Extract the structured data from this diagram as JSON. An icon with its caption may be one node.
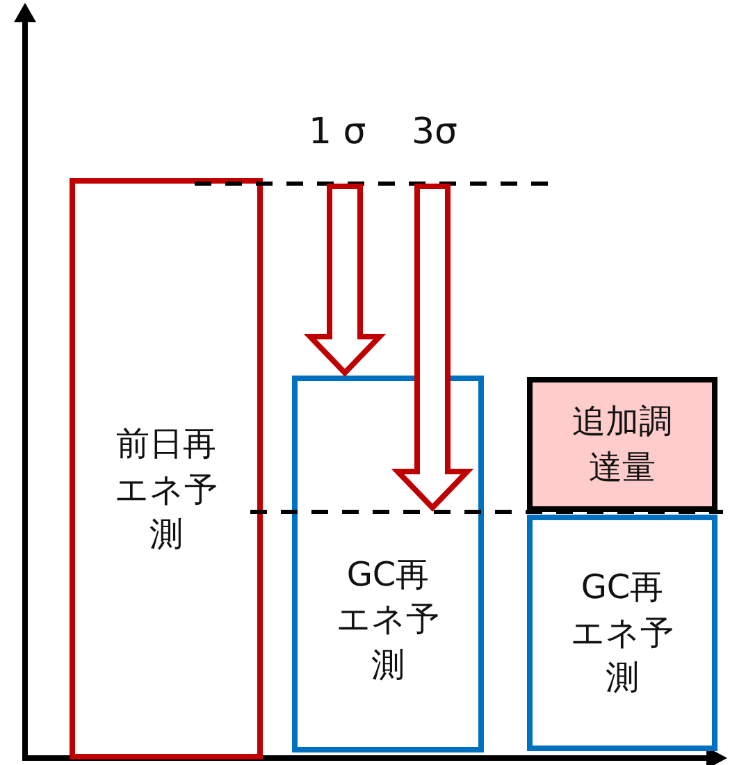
{
  "diagram": {
    "nodes": [
      {
        "text": [
          "前日再エネ予測"
        ]
      },
      {
        "text": [
          "GC再エネ予測"
        ]
      },
      {
        "text": [
          "追加調達量"
        ]
      },
      {
        "text": [
          "GC再エネ予測"
        ]
      }
    ],
    "labels": [
      "1 σ",
      "3σ"
    ]
  }
}
